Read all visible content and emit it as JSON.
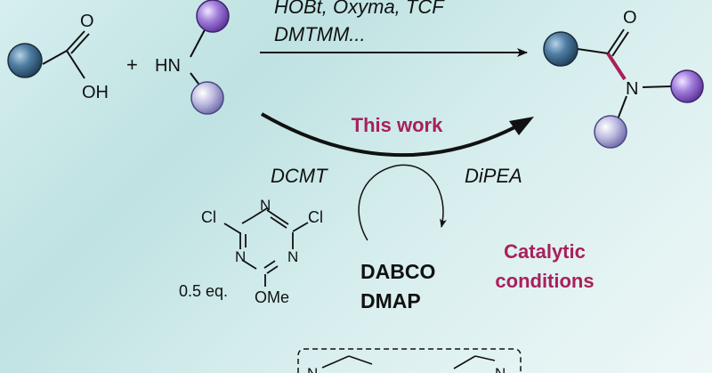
{
  "reagents_top": {
    "line1": "HOBt, Oxyma, TCF",
    "line2": "DMTMM..."
  },
  "this_work": "This work",
  "reagent_left": "DCMT",
  "reagent_right": "DiPEA",
  "catalysts": {
    "line1": "DABCO",
    "line2": "DMAP"
  },
  "conditions": {
    "line1": "Catalytic",
    "line2": "conditions"
  },
  "equivalents": "0.5 eq.",
  "atoms": {
    "O": "O",
    "OH": "OH",
    "HN": "HN",
    "N": "N",
    "Cl": "Cl",
    "OMe": "OMe",
    "plus": "+"
  },
  "colors": {
    "blue_ball": "#3f6e92",
    "purple_ball": "#a37fdc",
    "lavender_ball": "#b6b3d8",
    "accent": "#a8205a",
    "text": "#111111"
  }
}
